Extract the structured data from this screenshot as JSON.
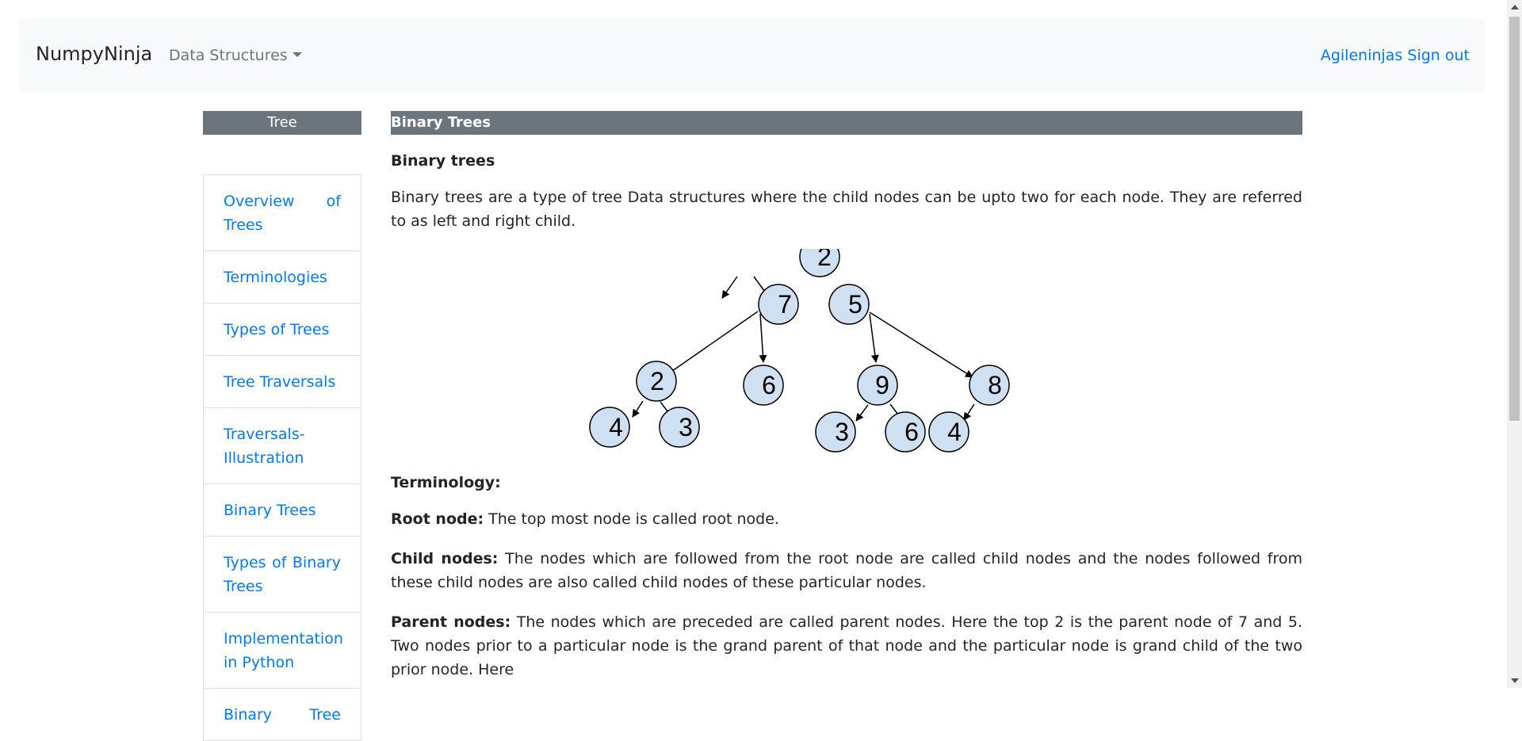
{
  "navbar": {
    "brand": "NumpyNinja",
    "dropdown_label": "Data Structures",
    "user_label": "Agileninjas Sign out"
  },
  "sidebar": {
    "title": "Tree",
    "items": [
      {
        "label": "Overview of Trees"
      },
      {
        "label": "Terminologies"
      },
      {
        "label": "Types of Trees"
      },
      {
        "label": "Tree Traversals"
      },
      {
        "label": "Traversals-Illustration"
      },
      {
        "label": "Binary Trees"
      },
      {
        "label": "Types of Binary Trees"
      },
      {
        "label": "Implementation in Python"
      },
      {
        "label": "Binary Tree"
      }
    ]
  },
  "main": {
    "title": "Binary Trees",
    "subheading": "Binary trees",
    "intro": "Binary trees are a type of tree Data structures where the child nodes can be upto two for each node. They are referred to as left and right child.",
    "terminology_heading": "Terminology:",
    "root": {
      "term": "Root node:",
      "text": " The top most node is called root node."
    },
    "child": {
      "term": "Child nodes:",
      "text": " The nodes which are followed from the root node are called child nodes and the nodes followed from these child nodes are also called child nodes of these particular nodes."
    },
    "parent": {
      "term": "Parent nodes:",
      "text": " The nodes which are preceded are called parent nodes. Here the top 2 is the parent node of 7 and 5. Two nodes prior to a particular node is the grand parent of that node and the particular node is grand child of the two prior node. Here"
    }
  },
  "tree": {
    "node_fill": "#cfe0f3",
    "nodes": [
      "2",
      "7",
      "5",
      "2",
      "6",
      "9",
      "8",
      "4",
      "3",
      "3",
      "6",
      "4"
    ]
  },
  "colors": {
    "link": "#007bff",
    "header_bg": "#6c757d",
    "navbar_bg": "#f8f9fa"
  }
}
